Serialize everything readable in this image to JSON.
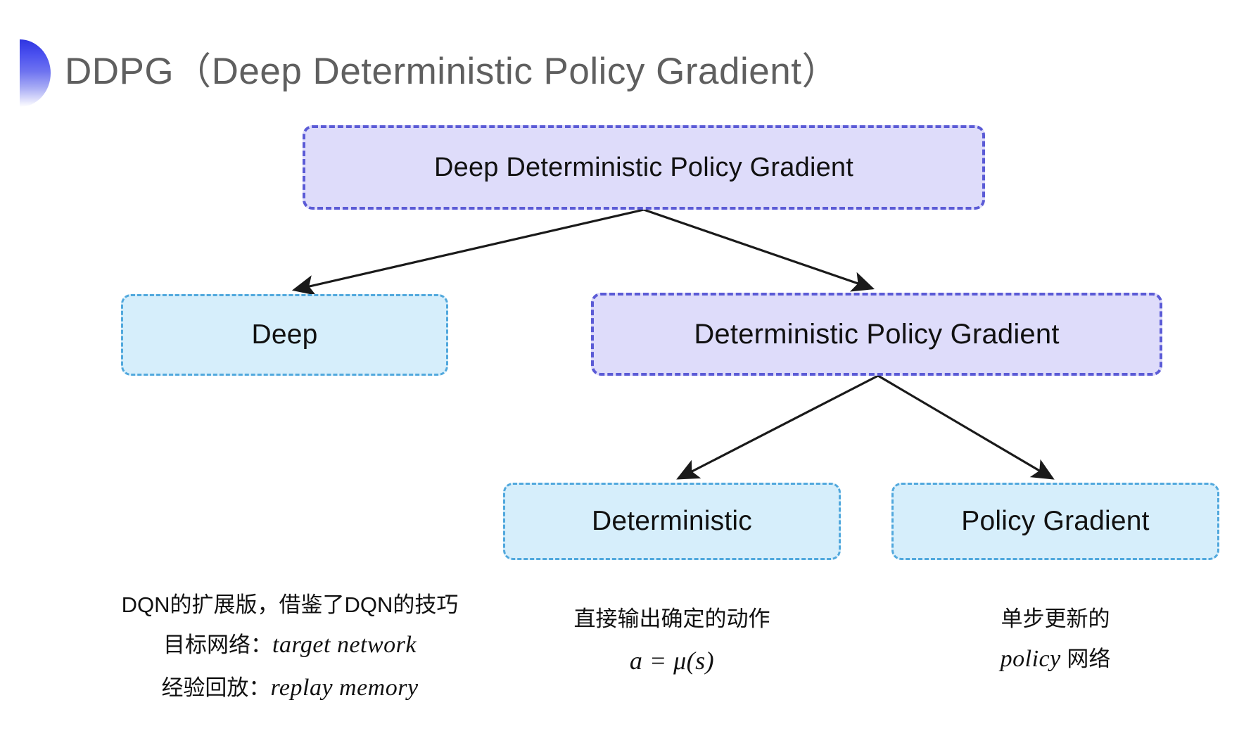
{
  "slide": {
    "title": "DDPG（Deep Deterministic Policy Gradient）",
    "bullet_icon": "half-circle-gradient-bullet",
    "background_color": "#ffffff"
  },
  "colors": {
    "purple_fill": "#dedcfa",
    "purple_border": "#5b5bd6",
    "blue_fill": "#d6eefb",
    "blue_border": "#51a8dd",
    "title_text": "#5f5f5f",
    "node_text": "#111111",
    "arrow": "#1a1a1a"
  },
  "diagram": {
    "type": "tree",
    "nodes": [
      {
        "id": "root",
        "label": "Deep Deterministic Policy Gradient",
        "style": "purple"
      },
      {
        "id": "deep",
        "label": "Deep",
        "style": "blue"
      },
      {
        "id": "dpg",
        "label": "Deterministic Policy Gradient",
        "style": "purple"
      },
      {
        "id": "det",
        "label": "Deterministic",
        "style": "blue"
      },
      {
        "id": "pg",
        "label": "Policy Gradient",
        "style": "blue"
      }
    ],
    "edges": [
      {
        "from": "root",
        "to": "deep"
      },
      {
        "from": "root",
        "to": "dpg"
      },
      {
        "from": "dpg",
        "to": "det"
      },
      {
        "from": "dpg",
        "to": "pg"
      }
    ]
  },
  "annotations": {
    "deep": {
      "line1": "DQN的扩展版，借鉴了DQN的技巧",
      "line2_label": "目标网络：",
      "line2_value": "target network",
      "line3_label": "经验回放：",
      "line3_value": "replay memory"
    },
    "deterministic": {
      "line1": "直接输出确定的动作",
      "formula": "a = μ(s)"
    },
    "policy_gradient": {
      "line1": "单步更新的",
      "line2_value": "policy",
      "line2_suffix": " 网络"
    }
  }
}
